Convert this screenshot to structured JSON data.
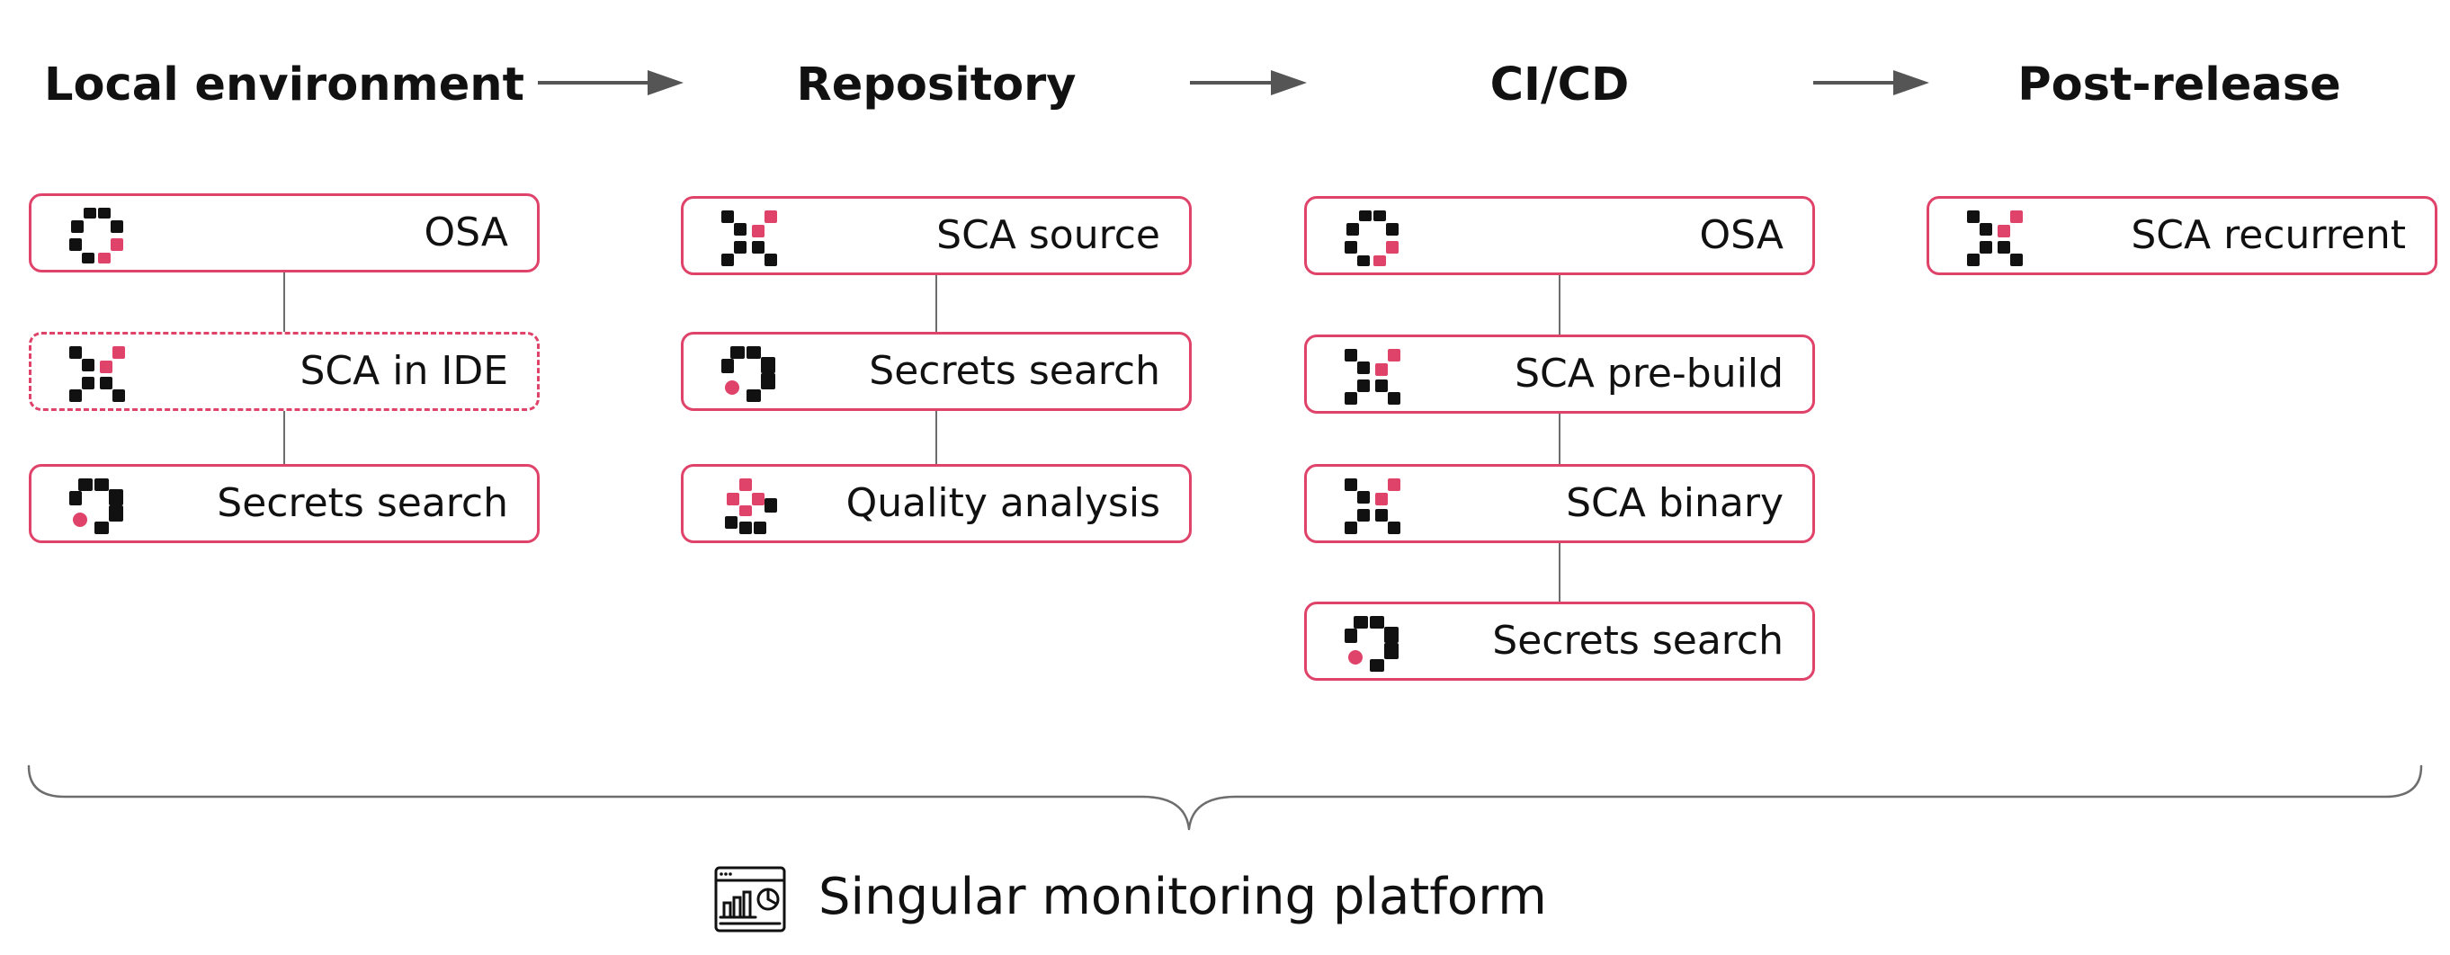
{
  "stages": [
    {
      "title": "Local environment",
      "tools": [
        {
          "label": "OSA",
          "icon": "osa-icon",
          "style": "solid"
        },
        {
          "label": "SCA in IDE",
          "icon": "sca-icon",
          "style": "dashed"
        },
        {
          "label": "Secrets search",
          "icon": "secrets-icon",
          "style": "solid"
        }
      ]
    },
    {
      "title": "Repository",
      "tools": [
        {
          "label": "SCA source",
          "icon": "sca-icon",
          "style": "solid"
        },
        {
          "label": "Secrets search",
          "icon": "secrets-icon",
          "style": "solid"
        },
        {
          "label": "Quality analysis",
          "icon": "quality-icon",
          "style": "solid"
        }
      ]
    },
    {
      "title": "CI/CD",
      "tools": [
        {
          "label": "OSA",
          "icon": "osa-icon",
          "style": "solid"
        },
        {
          "label": "SCA pre-build",
          "icon": "sca-icon",
          "style": "solid"
        },
        {
          "label": "SCA binary",
          "icon": "sca-icon",
          "style": "solid"
        },
        {
          "label": "Secrets search",
          "icon": "secrets-icon",
          "style": "solid"
        }
      ]
    },
    {
      "title": "Post-release",
      "tools": [
        {
          "label": "SCA recurrent",
          "icon": "sca-icon",
          "style": "solid"
        }
      ]
    }
  ],
  "platform": {
    "label": "Singular monitoring platform",
    "icon": "dashboard-icon"
  },
  "colors": {
    "accent": "#e0436a",
    "icon_dark": "#111111",
    "arrow": "#555555",
    "connector": "#6d6d6d"
  }
}
